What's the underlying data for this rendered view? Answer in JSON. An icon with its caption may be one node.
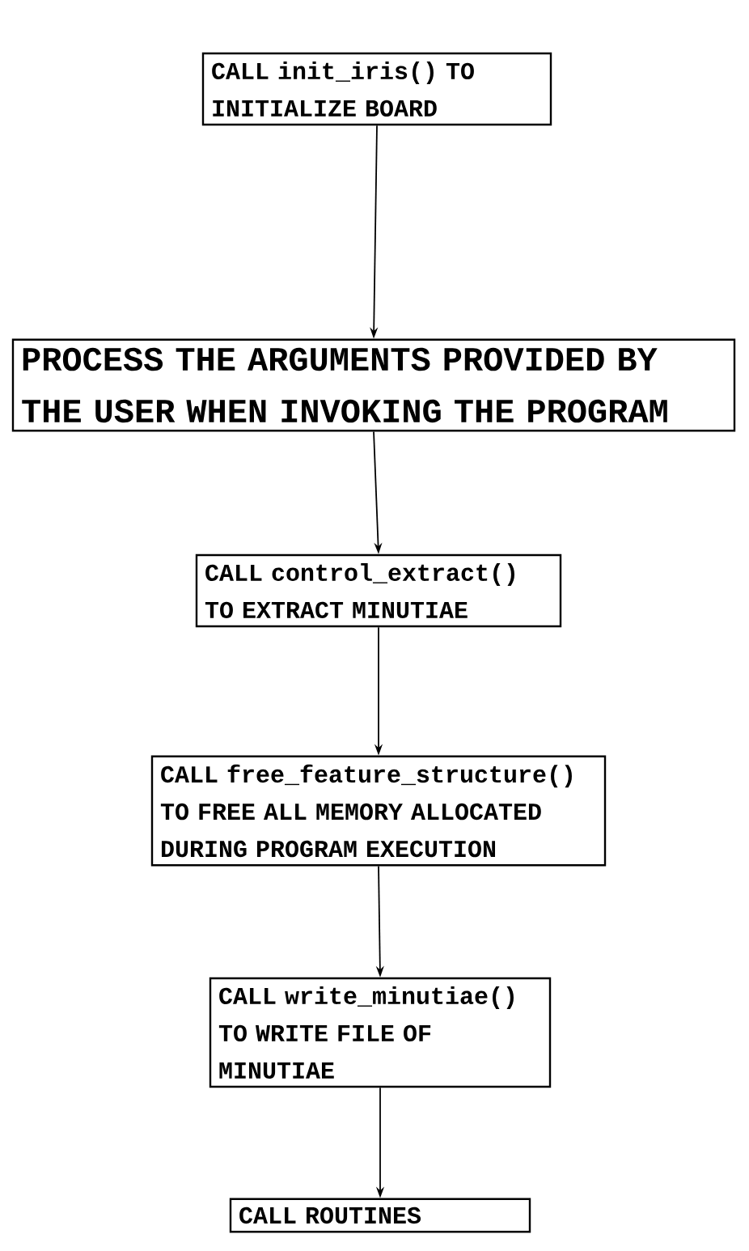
{
  "diagram": {
    "nodes": [
      {
        "text": [
          "CALL init_iris() TO INITIALIZE BOARD"
        ]
      },
      {
        "text": [
          "PROCESS THE ARGUMENTS PROVIDED BY THE USER WHEN INVOKING THE PROGRAM"
        ]
      },
      {
        "text": [
          "CALL control_extract() TO EXTRACT MINUTIAE"
        ]
      },
      {
        "text": [
          "CALL free_feature_structure() TO FREE ALL MEMORY ALLOCATED DURING PROGRAM EXECUTION"
        ]
      },
      {
        "text": [
          "CALL write_minutiae() TO WRITE FILE OF MINUTIAE"
        ]
      },
      {
        "text": [
          "CALL ROUTINES"
        ]
      }
    ],
    "edges": [
      {
        "from": 0,
        "to": 1,
        "arrow": "to"
      },
      {
        "from": 1,
        "to": 2,
        "arrow": "to"
      },
      {
        "from": 2,
        "to": 3,
        "arrow": "to"
      },
      {
        "from": 3,
        "to": 4,
        "arrow": "to"
      },
      {
        "from": 4,
        "to": 5,
        "arrow": "to"
      }
    ]
  }
}
